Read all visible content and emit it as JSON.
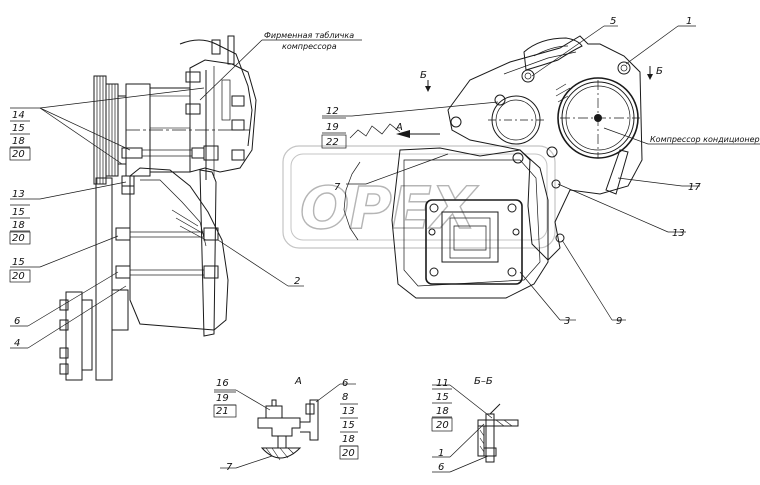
{
  "watermark": "OPEX",
  "captions": {
    "nameplate_l1": "Фирменная табличка",
    "nameplate_l2": "компрессора",
    "compressor": "Компрессор кондиционера"
  },
  "sections": {
    "b_mark_left": "Б",
    "b_mark_right": "Б",
    "a_mark": "А",
    "view_a": "А",
    "view_bb": "Б–Б"
  },
  "callouts": {
    "left_14": "14",
    "left_15": "15",
    "left_18": "18",
    "left_20": "20",
    "left_13": "13",
    "left_15b": "15",
    "left_18b": "18",
    "left_20b": "20",
    "left_15c": "15",
    "left_20c": "20",
    "left_6": "6",
    "left_4": "4",
    "c_12": "12",
    "c_19": "19",
    "c_22": "22",
    "c_7": "7",
    "r_5": "5",
    "r_1": "1",
    "r_17": "17",
    "r_13": "13",
    "r_3": "3",
    "r_9": "9",
    "r_2": "2",
    "a_16": "16",
    "a_19": "19",
    "a_21": "21",
    "a_7": "7",
    "a_6": "6",
    "a_8": "8",
    "a_13": "13",
    "a_15": "15",
    "a_18": "18",
    "a_20": "20",
    "b_11": "11",
    "b_15": "15",
    "b_18": "18",
    "b_20": "20",
    "b_1": "1",
    "b_6": "6"
  }
}
